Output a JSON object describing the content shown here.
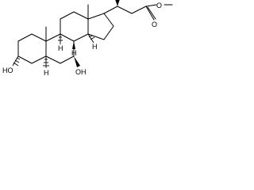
{
  "structure": {
    "atom_labels": {
      "ester_oxygen_1": "O",
      "ester_oxygen_2": "O",
      "hydroxyl_3": "HO",
      "hydroxyl_7": "OH",
      "h_5": "H",
      "h_8": "H",
      "h_9": "H",
      "h_14": "H"
    }
  }
}
